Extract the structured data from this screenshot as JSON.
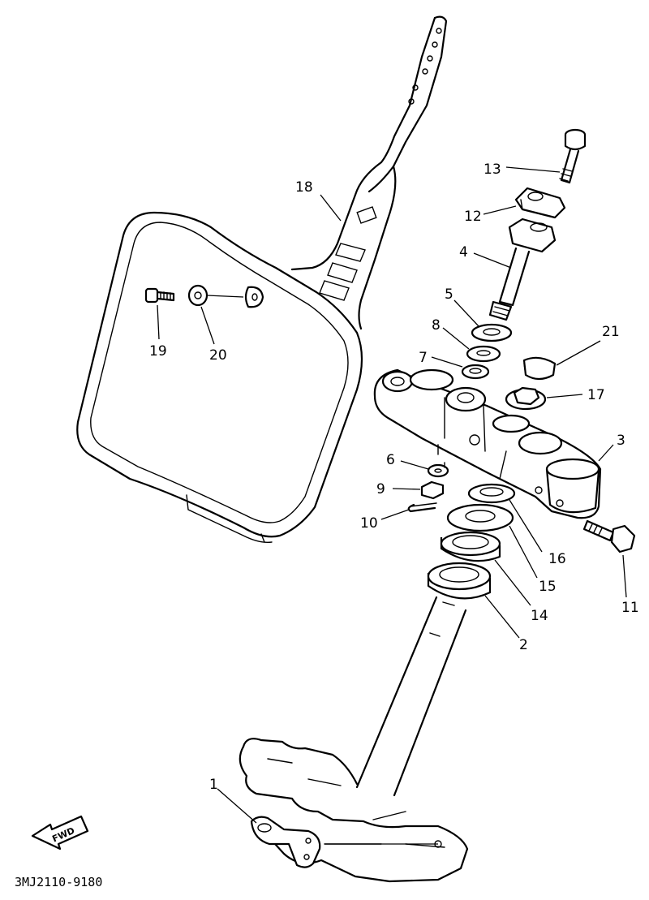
{
  "diagram_code": "3MJ2110-9180",
  "fwd_label": "FWD",
  "parts": [
    {
      "number": "1"
    },
    {
      "number": "2"
    },
    {
      "number": "3"
    },
    {
      "number": "4"
    },
    {
      "number": "5"
    },
    {
      "number": "6"
    },
    {
      "number": "7"
    },
    {
      "number": "8"
    },
    {
      "number": "9"
    },
    {
      "number": "10"
    },
    {
      "number": "11"
    },
    {
      "number": "12"
    },
    {
      "number": "13"
    },
    {
      "number": "14"
    },
    {
      "number": "15"
    },
    {
      "number": "16"
    },
    {
      "number": "17"
    },
    {
      "number": "18"
    },
    {
      "number": "19"
    },
    {
      "number": "20"
    },
    {
      "number": "21"
    }
  ]
}
